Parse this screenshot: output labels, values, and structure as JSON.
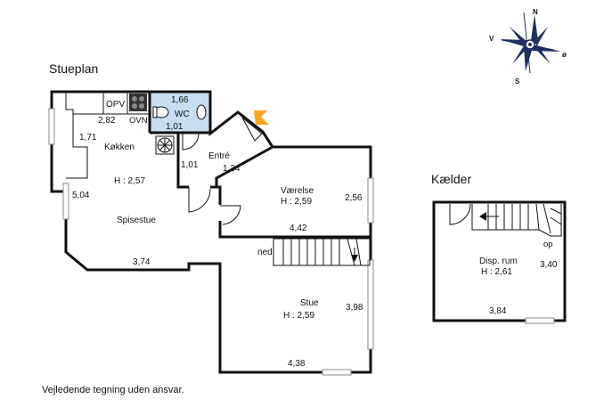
{
  "titles": {
    "ground_floor": "Stueplan",
    "basement": "Kælder"
  },
  "disclaimer": "Vejledende tegning uden ansvar.",
  "compass": {
    "n": "N",
    "v": "V",
    "s": "S",
    "o": "ø"
  },
  "rooms": {
    "opv": "OPV",
    "ovn": "OVN",
    "wc": "WC",
    "kitchen": "Køkken",
    "kitchen_height": "H : 2,57",
    "dining": "Spisestue",
    "entre": "Entré",
    "bedroom": "Værelse",
    "bedroom_height": "H : 2,59",
    "living": "Stue",
    "living_height": "H : 2,59",
    "storage": "Disp. rum",
    "storage_height": "H : 2,61"
  },
  "stairs": {
    "down": "ned",
    "up": "op"
  },
  "dimensions": {
    "wc_width": "1,66",
    "wc_depth": "1,01",
    "opv_width": "2,82",
    "kitchen_1": "1,71",
    "west_wall": "5,04",
    "dining_bottom": "3,74",
    "entre_w": "1,01",
    "entre_d": "1,34",
    "bedroom_side": "2,56",
    "bedroom_bottom": "4,42",
    "living_side": "3,98",
    "living_bottom": "4,38",
    "storage_side": "3,40",
    "storage_bottom": "3,84"
  },
  "colors": {
    "wc_fill": "#c9dcf2",
    "entrance_arrow": "#f5a623",
    "compass": "#1f2f5e",
    "walls": "#111111"
  }
}
